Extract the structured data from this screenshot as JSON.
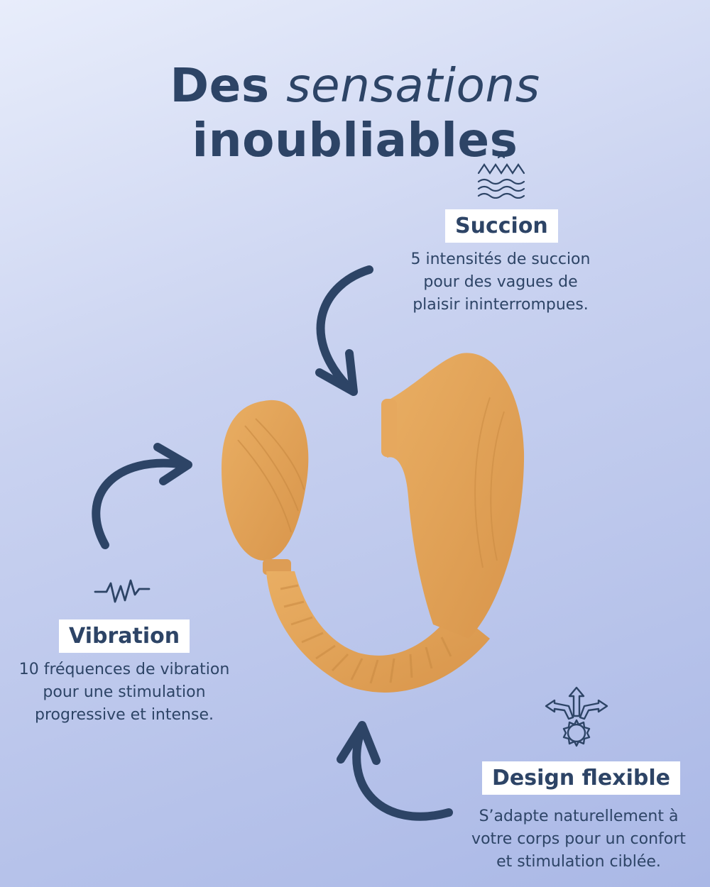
{
  "headline": {
    "part1": "Des",
    "part2": "sensations",
    "part3": "inoubliables"
  },
  "features": [
    {
      "label": "Succion",
      "icon": "waves-icon",
      "lines": [
        "5 intensités de succion",
        "pour des vagues de",
        "plaisir ininterrompues."
      ]
    },
    {
      "label": "Vibration",
      "icon": "pulse-icon",
      "lines": [
        "10 fréquences de vibration",
        "pour une stimulation",
        "progressive et intense."
      ]
    },
    {
      "label": "Design flexible",
      "icon": "flex-gear-icon",
      "lines": [
        "S’adapte naturellement à",
        "votre corps pour un confort",
        "et stimulation ciblée."
      ]
    }
  ],
  "colors": {
    "text": "#2d4466",
    "product": "#e3a45c",
    "background_start": "#e8edfb",
    "background_end": "#aab8e6"
  }
}
